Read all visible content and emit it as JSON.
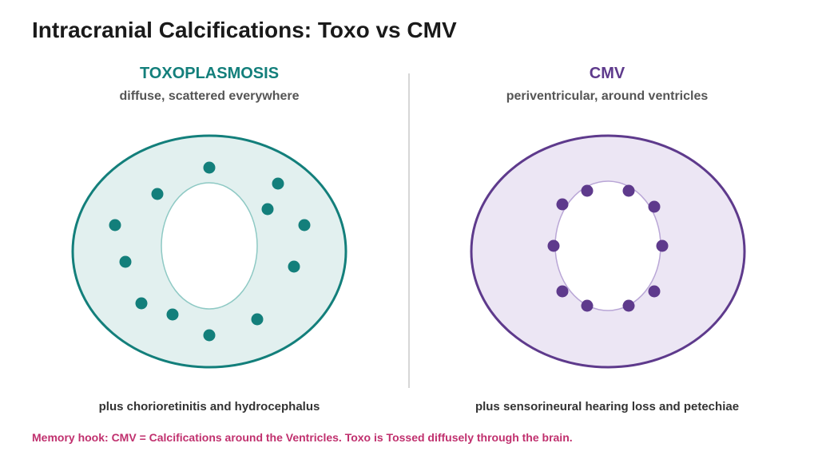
{
  "title": "Intracranial Calcifications: Toxo vs CMV",
  "toxo": {
    "heading": "TOXOPLASMOSIS",
    "subtitle": "diffuse, scattered everywhere",
    "footnote": "plus chorioretinitis and hydrocephalus",
    "color": "#137f7b",
    "fill": "#e2f0ef"
  },
  "cmv": {
    "heading": "CMV",
    "subtitle": "periventricular, around ventricles",
    "footnote": "plus sensorineural hearing loss and petechiae",
    "color": "#5e3a8c",
    "fill": "#ece6f4"
  },
  "memory_hook": "Memory hook: CMV = Calcifications around the Ventricles. Toxo is Tossed diffusely through the brain."
}
